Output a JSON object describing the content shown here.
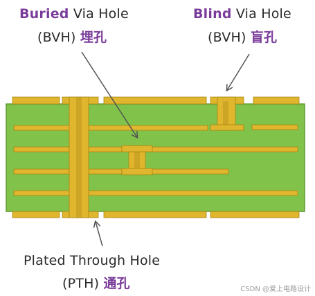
{
  "colors": {
    "board": "#80c24a",
    "board_edge": "#5f9a33",
    "copper": "#e0b62e",
    "copper_edge": "#a98612",
    "accent_text": "#7a3c9a",
    "arrow": "#555555"
  },
  "labels": {
    "buried": {
      "keyword": "Buried",
      "rest": "Via Hole",
      "abbr": "(BVH)",
      "cjk": "埋孔"
    },
    "blind": {
      "keyword": "Blind",
      "rest": "Via Hole",
      "abbr": "(BVH)",
      "cjk": "盲孔"
    },
    "pth": {
      "line1": "Plated Through Hole",
      "abbr": "(PTH)",
      "cjk": "通孔"
    }
  },
  "watermark": "CSDN @爱上电路设计"
}
